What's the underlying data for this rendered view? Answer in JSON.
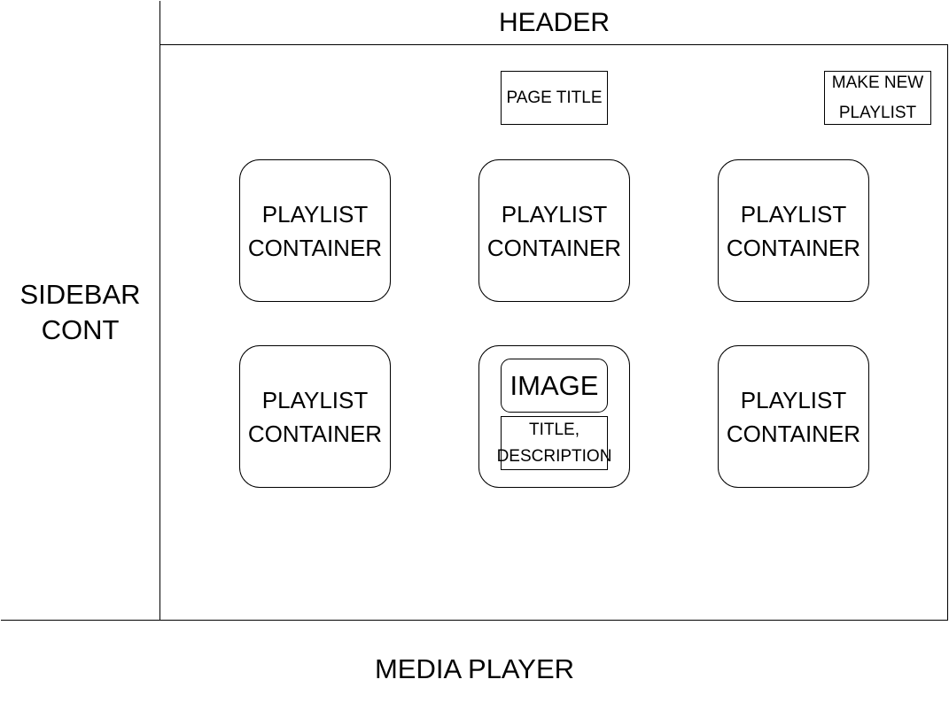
{
  "sidebar": {
    "line1": "SIDEBAR",
    "line2": "CONT"
  },
  "header": {
    "label": "HEADER"
  },
  "media_player": {
    "label": "MEDIA PLAYER"
  },
  "main": {
    "page_title": "PAGE TITLE",
    "new_playlist": {
      "line1": "MAKE NEW",
      "line2": "PLAYLIST"
    },
    "playlists": [
      {
        "line1": "PLAYLIST",
        "line2": "CONTAINER"
      },
      {
        "line1": "PLAYLIST",
        "line2": "CONTAINER"
      },
      {
        "line1": "PLAYLIST",
        "line2": "CONTAINER"
      },
      {
        "line1": "PLAYLIST",
        "line2": "CONTAINER"
      },
      {
        "image": "IMAGE",
        "desc_line1": "TITLE,",
        "desc_line2": "DESCRIPTION"
      },
      {
        "line1": "PLAYLIST",
        "line2": "CONTAINER"
      }
    ]
  }
}
